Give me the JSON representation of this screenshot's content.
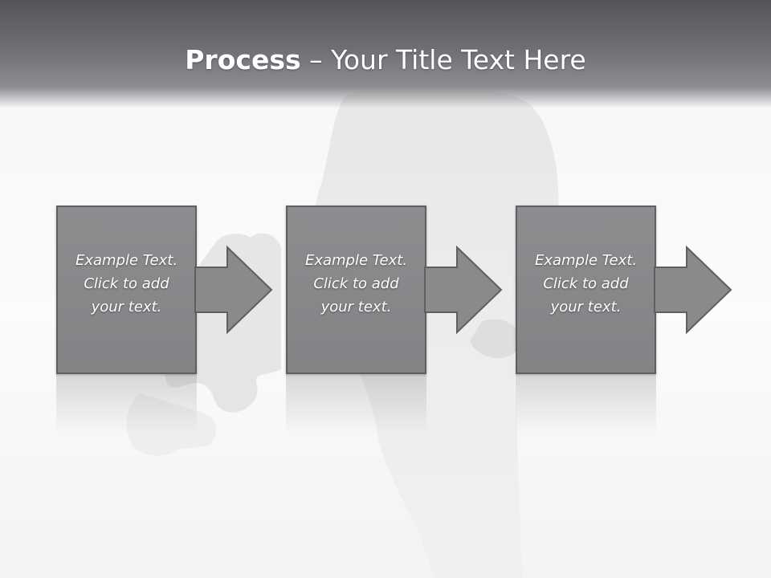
{
  "slide": {
    "title_bold": "Process",
    "title_rest": " – Your Title Text Here"
  },
  "steps": [
    {
      "line1": "Example Text.",
      "line2": "Click  to add",
      "line3": "your text."
    },
    {
      "line1": "Example Text.",
      "line2": "Click  to add",
      "line3": "your text."
    },
    {
      "line1": "Example Text.",
      "line2": "Click  to add",
      "line3": "your text."
    }
  ],
  "colors": {
    "header_dark": "#54555a",
    "box_fill": "#87878a",
    "box_border": "#5f5f62",
    "text": "#ffffff"
  },
  "icons": [
    "puzzle-piece-icon",
    "arrow-right-icon"
  ]
}
